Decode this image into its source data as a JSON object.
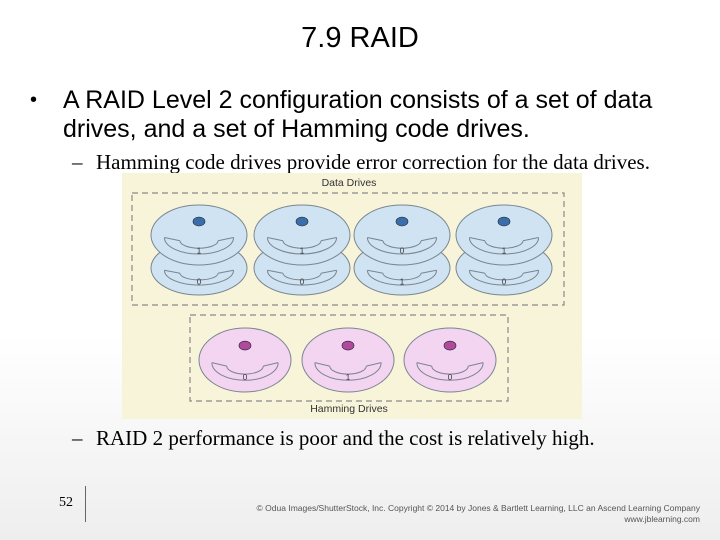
{
  "slide": {
    "title": "7.9 RAID",
    "bullet": "A RAID Level 2 configuration consists of a set of data drives, and a set of Hamming code drives.",
    "bullet_glyph": "•",
    "dash_glyph": "–",
    "subbullets": [
      "Hamming code drives provide error correction for the data drives.",
      "RAID 2 performance is poor and the cost is relatively high."
    ],
    "page_number": "52",
    "credit_line1": "© Odua Images/ShutterStock, Inc. Copyright © 2014 by Jones & Bartlett Learning, LLC an Ascend Learning Company",
    "credit_line2": "www.jblearning.com"
  },
  "figure": {
    "data_group_label": "Data Drives",
    "hamming_group_label": "Hamming Drives",
    "data_drives": [
      {
        "top_bit": "1",
        "bottom_bit": "0"
      },
      {
        "top_bit": "1",
        "bottom_bit": "0"
      },
      {
        "top_bit": "0",
        "bottom_bit": "1"
      },
      {
        "top_bit": "1",
        "bottom_bit": "0"
      }
    ],
    "hamming_drives": [
      {
        "bit": "0"
      },
      {
        "bit": "1"
      },
      {
        "bit": "0"
      }
    ],
    "colors": {
      "figure_bg": "#f7f4da",
      "data_disk": "#cfe3f2",
      "hamming_disk": "#f3d4f1",
      "disk_outline": "#7a8590",
      "hub": "#3a6ea8",
      "hub_hamming": "#b04a9c",
      "dashed_border": "#8a8a8a"
    }
  }
}
